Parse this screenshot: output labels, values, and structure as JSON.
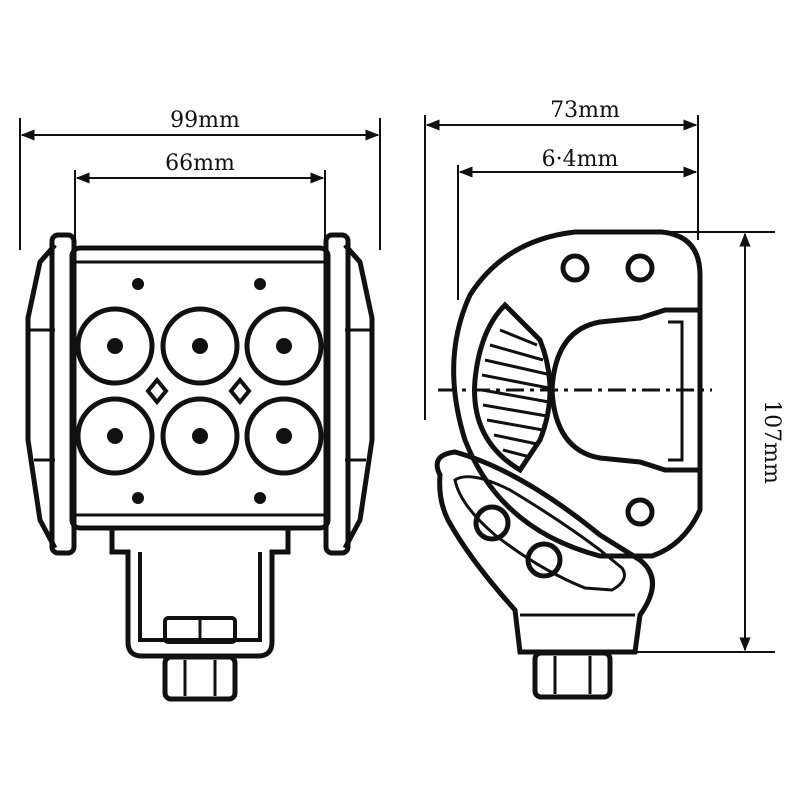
{
  "front_view": {
    "overall_width_label": "99mm",
    "face_width_label": "66mm",
    "led_count": 6
  },
  "side_view": {
    "overall_depth_label": "73mm",
    "inner_depth_label": "6·4mm",
    "height_label": "107mm"
  },
  "colors": {
    "ink": "#111111",
    "background": "#ffffff"
  }
}
